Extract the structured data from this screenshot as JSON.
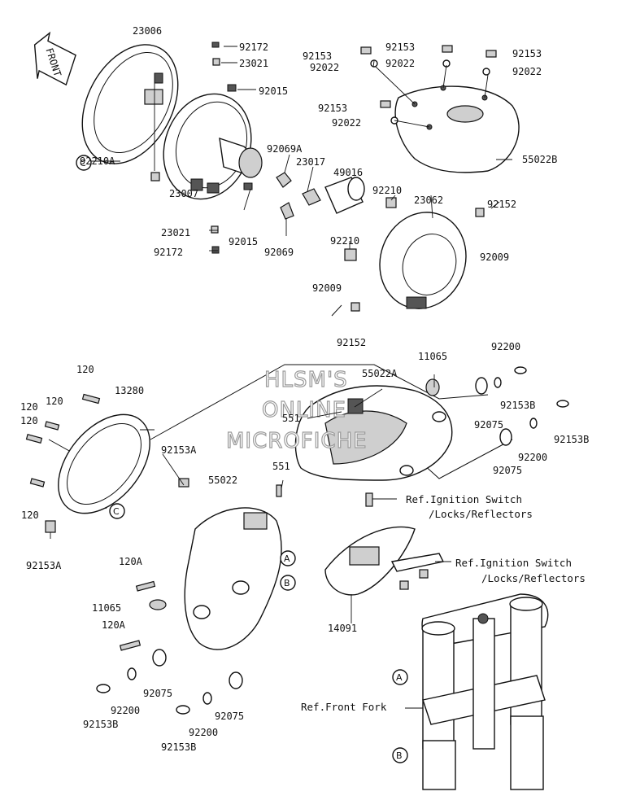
{
  "front_arrow": {
    "label": "FRONT"
  },
  "watermark": {
    "line1": "HLSM'S",
    "line2": "ONLINE",
    "line3": "MICROFICHE"
  },
  "callouts": {
    "A": "A",
    "B": "B",
    "C": "C"
  },
  "labels": {
    "p23006": "23006",
    "p92172_top": "92172",
    "p23021_top": "23021",
    "p92015_top": "92015",
    "p92069A": "92069A",
    "p23017": "23017",
    "p49016": "49016",
    "p92210A": "92210A",
    "p23007": "23007",
    "p23021_bot": "23021",
    "p92015_bot": "92015",
    "p92069": "92069",
    "p92172_bot": "92172",
    "p92153_a": "92153",
    "p92022_a": "92022",
    "p92153_b": "92153",
    "p92022_b": "92022",
    "p92153_c": "92153",
    "p92022_c": "92022",
    "p92153_d": "92153",
    "p92022_d": "92022",
    "p55022B": "55022B",
    "p92210_a": "92210",
    "p23062": "23062",
    "p92152_a": "92152",
    "p92009_a": "92009",
    "p92210_b": "92210",
    "p92009_b": "92009",
    "p92152_b": "92152",
    "p11065_top": "11065",
    "p92200_a": "92200",
    "p55022A": "55022A",
    "p92153B_a": "92153B",
    "p551_a": "551",
    "p92075_a": "92075",
    "p92153B_b": "92153B",
    "p92200_b": "92200",
    "p92075_b": "92075",
    "p120_a": "120",
    "p13280": "13280",
    "p120_b": "120",
    "p120_c": "120",
    "p120_d": "120",
    "p120_e": "120",
    "p92153A_a": "92153A",
    "p55022": "55022",
    "p551_b": "551",
    "p92153A_b": "92153A",
    "p120A_a": "120A",
    "p11065_bot": "11065",
    "p120A_b": "120A",
    "p92075_c": "92075",
    "p92200_c": "92200",
    "p92153B_c": "92153B",
    "p92075_d": "92075",
    "p92200_d": "92200",
    "p92153B_d": "92153B",
    "p14091": "14091"
  },
  "references": {
    "ignition_1_line1": "Ref.Ignition Switch",
    "ignition_1_line2": "/Locks/Reflectors",
    "ignition_2_line1": "Ref.Ignition Switch",
    "ignition_2_line2": "/Locks/Reflectors",
    "front_fork": "Ref.Front Fork"
  }
}
